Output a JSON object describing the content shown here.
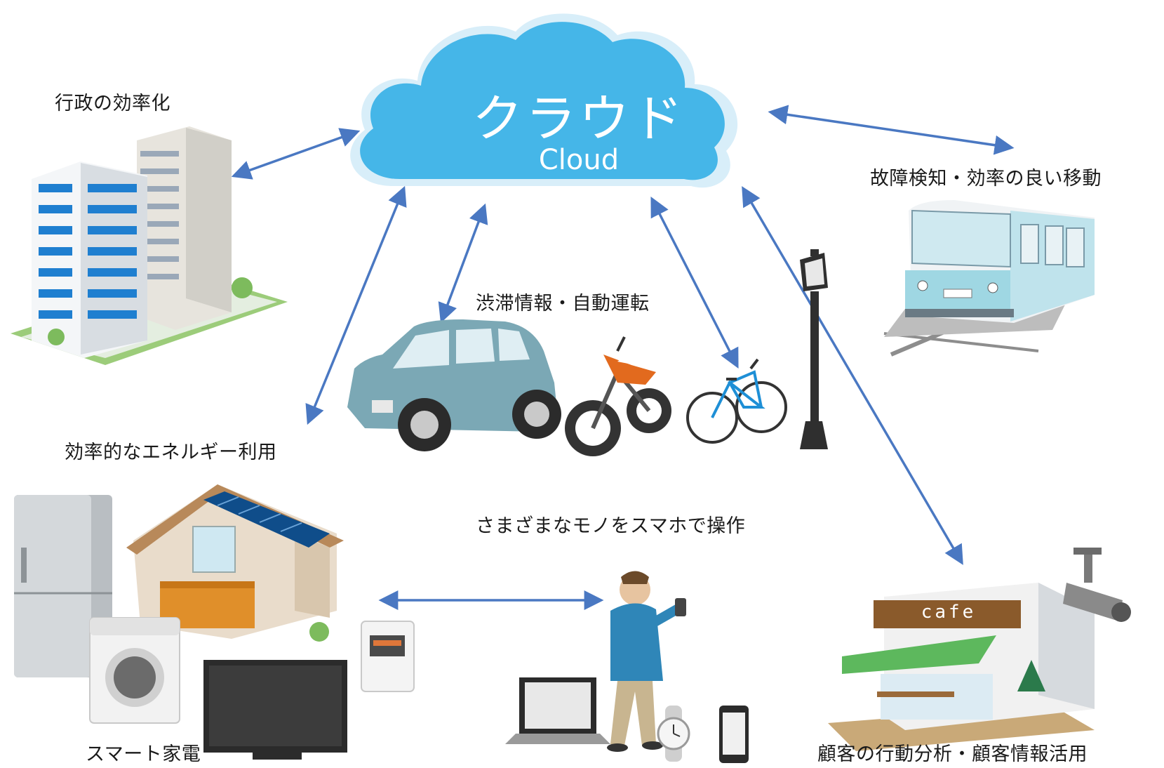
{
  "cloud": {
    "title": "クラウド",
    "subtitle": "Cloud",
    "color": "#45b6e8"
  },
  "arrow_color": "#4a78c2",
  "labels": {
    "gov": "行政の効率化",
    "failure": "故障検知・効率の良い移動",
    "traffic": "渋滞情報・自動運転",
    "energy": "効率的なエネルギー利用",
    "smartphone": "さまざまなモノをスマホで操作",
    "appliances": "スマート家電",
    "customer": "顧客の行動分析・顧客情報活用"
  },
  "cafe_sign": "cafe",
  "icons": [
    "office-buildings",
    "train",
    "car",
    "motorcycle",
    "bicycle",
    "street-lamp",
    "house-solar",
    "refrigerator",
    "washing-machine",
    "television",
    "smart-meter",
    "man-with-phone",
    "laptop",
    "wristwatch",
    "smartphone",
    "cafe",
    "security-camera"
  ]
}
